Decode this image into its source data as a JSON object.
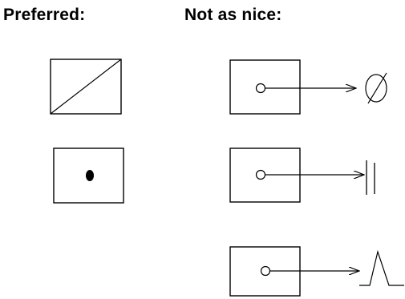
{
  "headings": {
    "preferred": "Preferred:",
    "not_as_nice": "Not as nice:"
  },
  "colors": {
    "ink": "#000000",
    "background": "#ffffff"
  },
  "preferred_examples": [
    {
      "name": "box-with-diagonal",
      "depicts": "diagonal-slash"
    },
    {
      "name": "box-with-filled-dot",
      "depicts": "filled-dot"
    }
  ],
  "not_as_nice_examples": [
    {
      "name": "box-with-arrow-to-empty-set",
      "pointer_target": "empty-set-symbol"
    },
    {
      "name": "box-with-arrow-to-double-bar",
      "pointer_target": "double-vertical-bar"
    },
    {
      "name": "box-with-arrow-to-peak",
      "pointer_target": "peak-spike"
    }
  ]
}
